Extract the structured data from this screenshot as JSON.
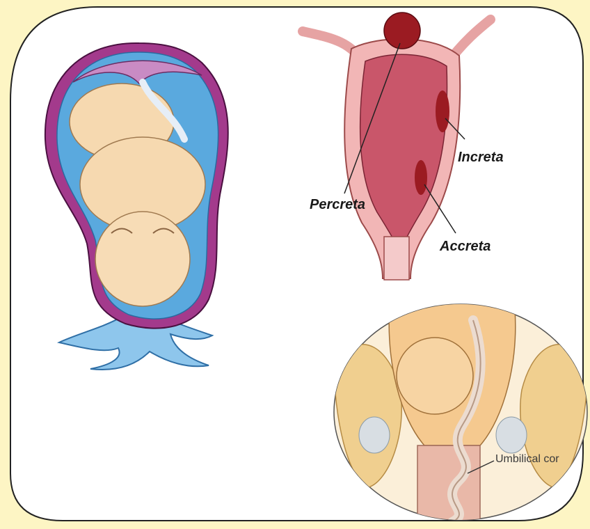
{
  "labels": {
    "percreta": "Percreta",
    "increta": "Increta",
    "accreta": "Accreta",
    "umbilical": "Umbilical cor"
  },
  "colors": {
    "background": "#fdf5c4",
    "panel": "#ffffff",
    "uterus_wall": "#8a2f7a",
    "amniotic": "#5aa9de",
    "fetus_skin": "#f6d9b0",
    "uterine_cavity": "#c9566a",
    "placenta": "#9b1b22",
    "pelvis_bone": "#f0cf8f"
  },
  "icons": [
    "fetus-in-uterus-illustration",
    "placenta-accreta-diagram",
    "umbilical-cord-prolapse-illustration"
  ]
}
